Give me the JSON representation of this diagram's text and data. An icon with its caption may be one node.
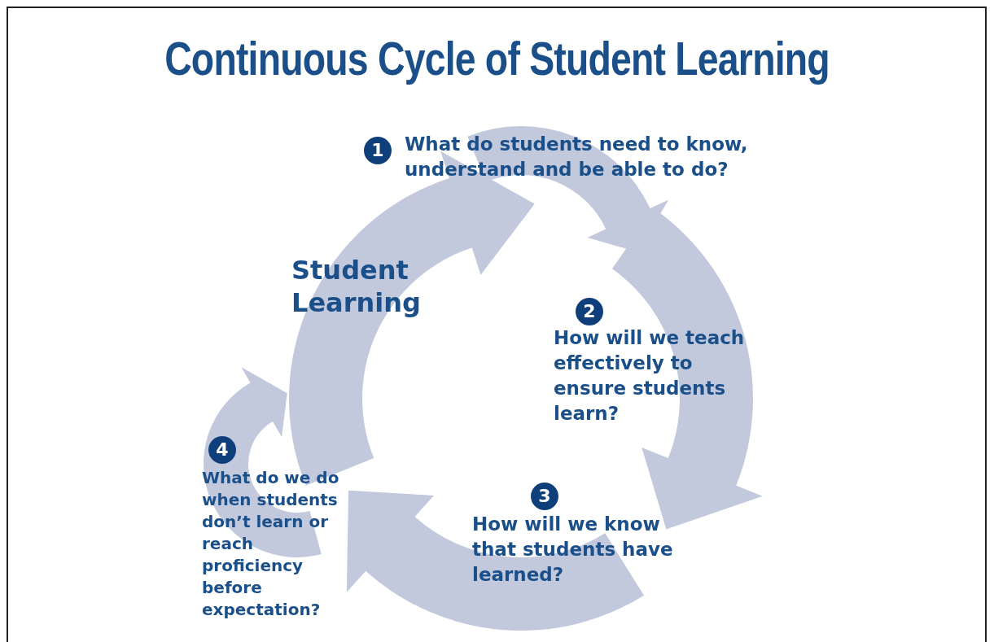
{
  "diagram": {
    "title": "Continuous Cycle of Student Learning",
    "labels": [
      "1",
      "What do students need to know, understand and be able to do?",
      "Student Learning",
      "2",
      "How will we teach effectively to ensure students learn?",
      "4",
      "What do we do when students don’t learn or reach proficiency before expectation?",
      "3",
      "How will we know that students have learned?"
    ]
  }
}
